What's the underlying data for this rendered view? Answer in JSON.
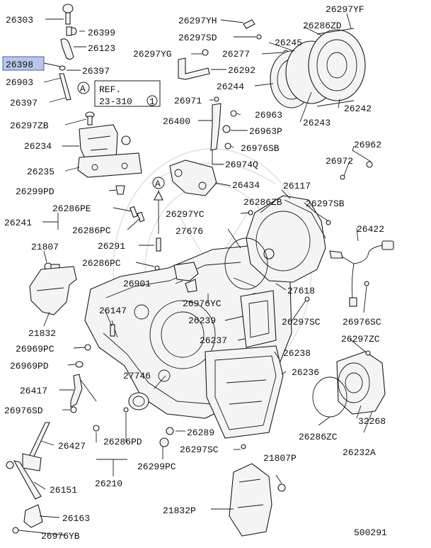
{
  "diagram": {
    "code": "500291",
    "ref_line1": "REF.",
    "ref_line2": "23-310",
    "ref_index": "1",
    "arrow_tag": "A",
    "highlight": "26398"
  },
  "labels": {
    "l26303": "26303",
    "l26399": "26399",
    "l26123": "26123",
    "l26398": "26398",
    "l26397a": "26397",
    "l26903": "26903",
    "l26397b": "26397",
    "l26297ZB": "26297ZB",
    "l26234": "26234",
    "l26235": "26235",
    "l26299PD": "26299PD",
    "l26286PE": "26286PE",
    "l26241": "26241",
    "l26286PC": "26286PC",
    "l21807": "21807",
    "l26291": "26291",
    "l26286PC2": "26286PC",
    "l21832": "21832",
    "l26969PC": "26969PC",
    "l26969PD": "26969PD",
    "l26417": "26417",
    "l26976SD": "26976SD",
    "l26427": "26427",
    "l26151": "26151",
    "l26163": "26163",
    "l26976YB": "26976YB",
    "l26297YH": "26297YH",
    "l26297SD": "26297SD",
    "l26297YG": "26297YG",
    "l26277": "26277",
    "l26292": "26292",
    "l26244": "26244",
    "l26971": "26971",
    "l26400": "26400",
    "l26963": "26963",
    "l26963P": "26963P",
    "l26976SB": "26976SB",
    "l26974Q": "26974Q",
    "l26434": "26434",
    "l26297YF": "26297YF",
    "l26286ZD": "26286ZD",
    "l26245": "26245",
    "l26242": "26242",
    "l26243": "26243",
    "l26962": "26962",
    "l26972": "26972",
    "l26117": "26117",
    "l26286ZB": "26286ZB",
    "l26297SB": "26297SB",
    "l26297YC": "26297YC",
    "l27676": "27676",
    "l26422": "26422",
    "l26901": "26901",
    "l27618": "27618",
    "l26147": "26147",
    "l26976YC": "26976YC",
    "l26239": "26239",
    "l26297SC": "26297SC",
    "l26976SC": "26976SC",
    "l26237": "26237",
    "l26297ZC": "26297ZC",
    "l26238": "26238",
    "l27746": "27746",
    "l26236": "26236",
    "l26286PD": "26286PD",
    "l26289": "26289",
    "l26297SC2": "26297SC",
    "l26286ZC": "26286ZC",
    "l32268": "32268",
    "l26232A": "26232A",
    "l26299PC": "26299PC",
    "l21807P": "21807P",
    "l26210": "26210",
    "l21832P": "21832P"
  }
}
